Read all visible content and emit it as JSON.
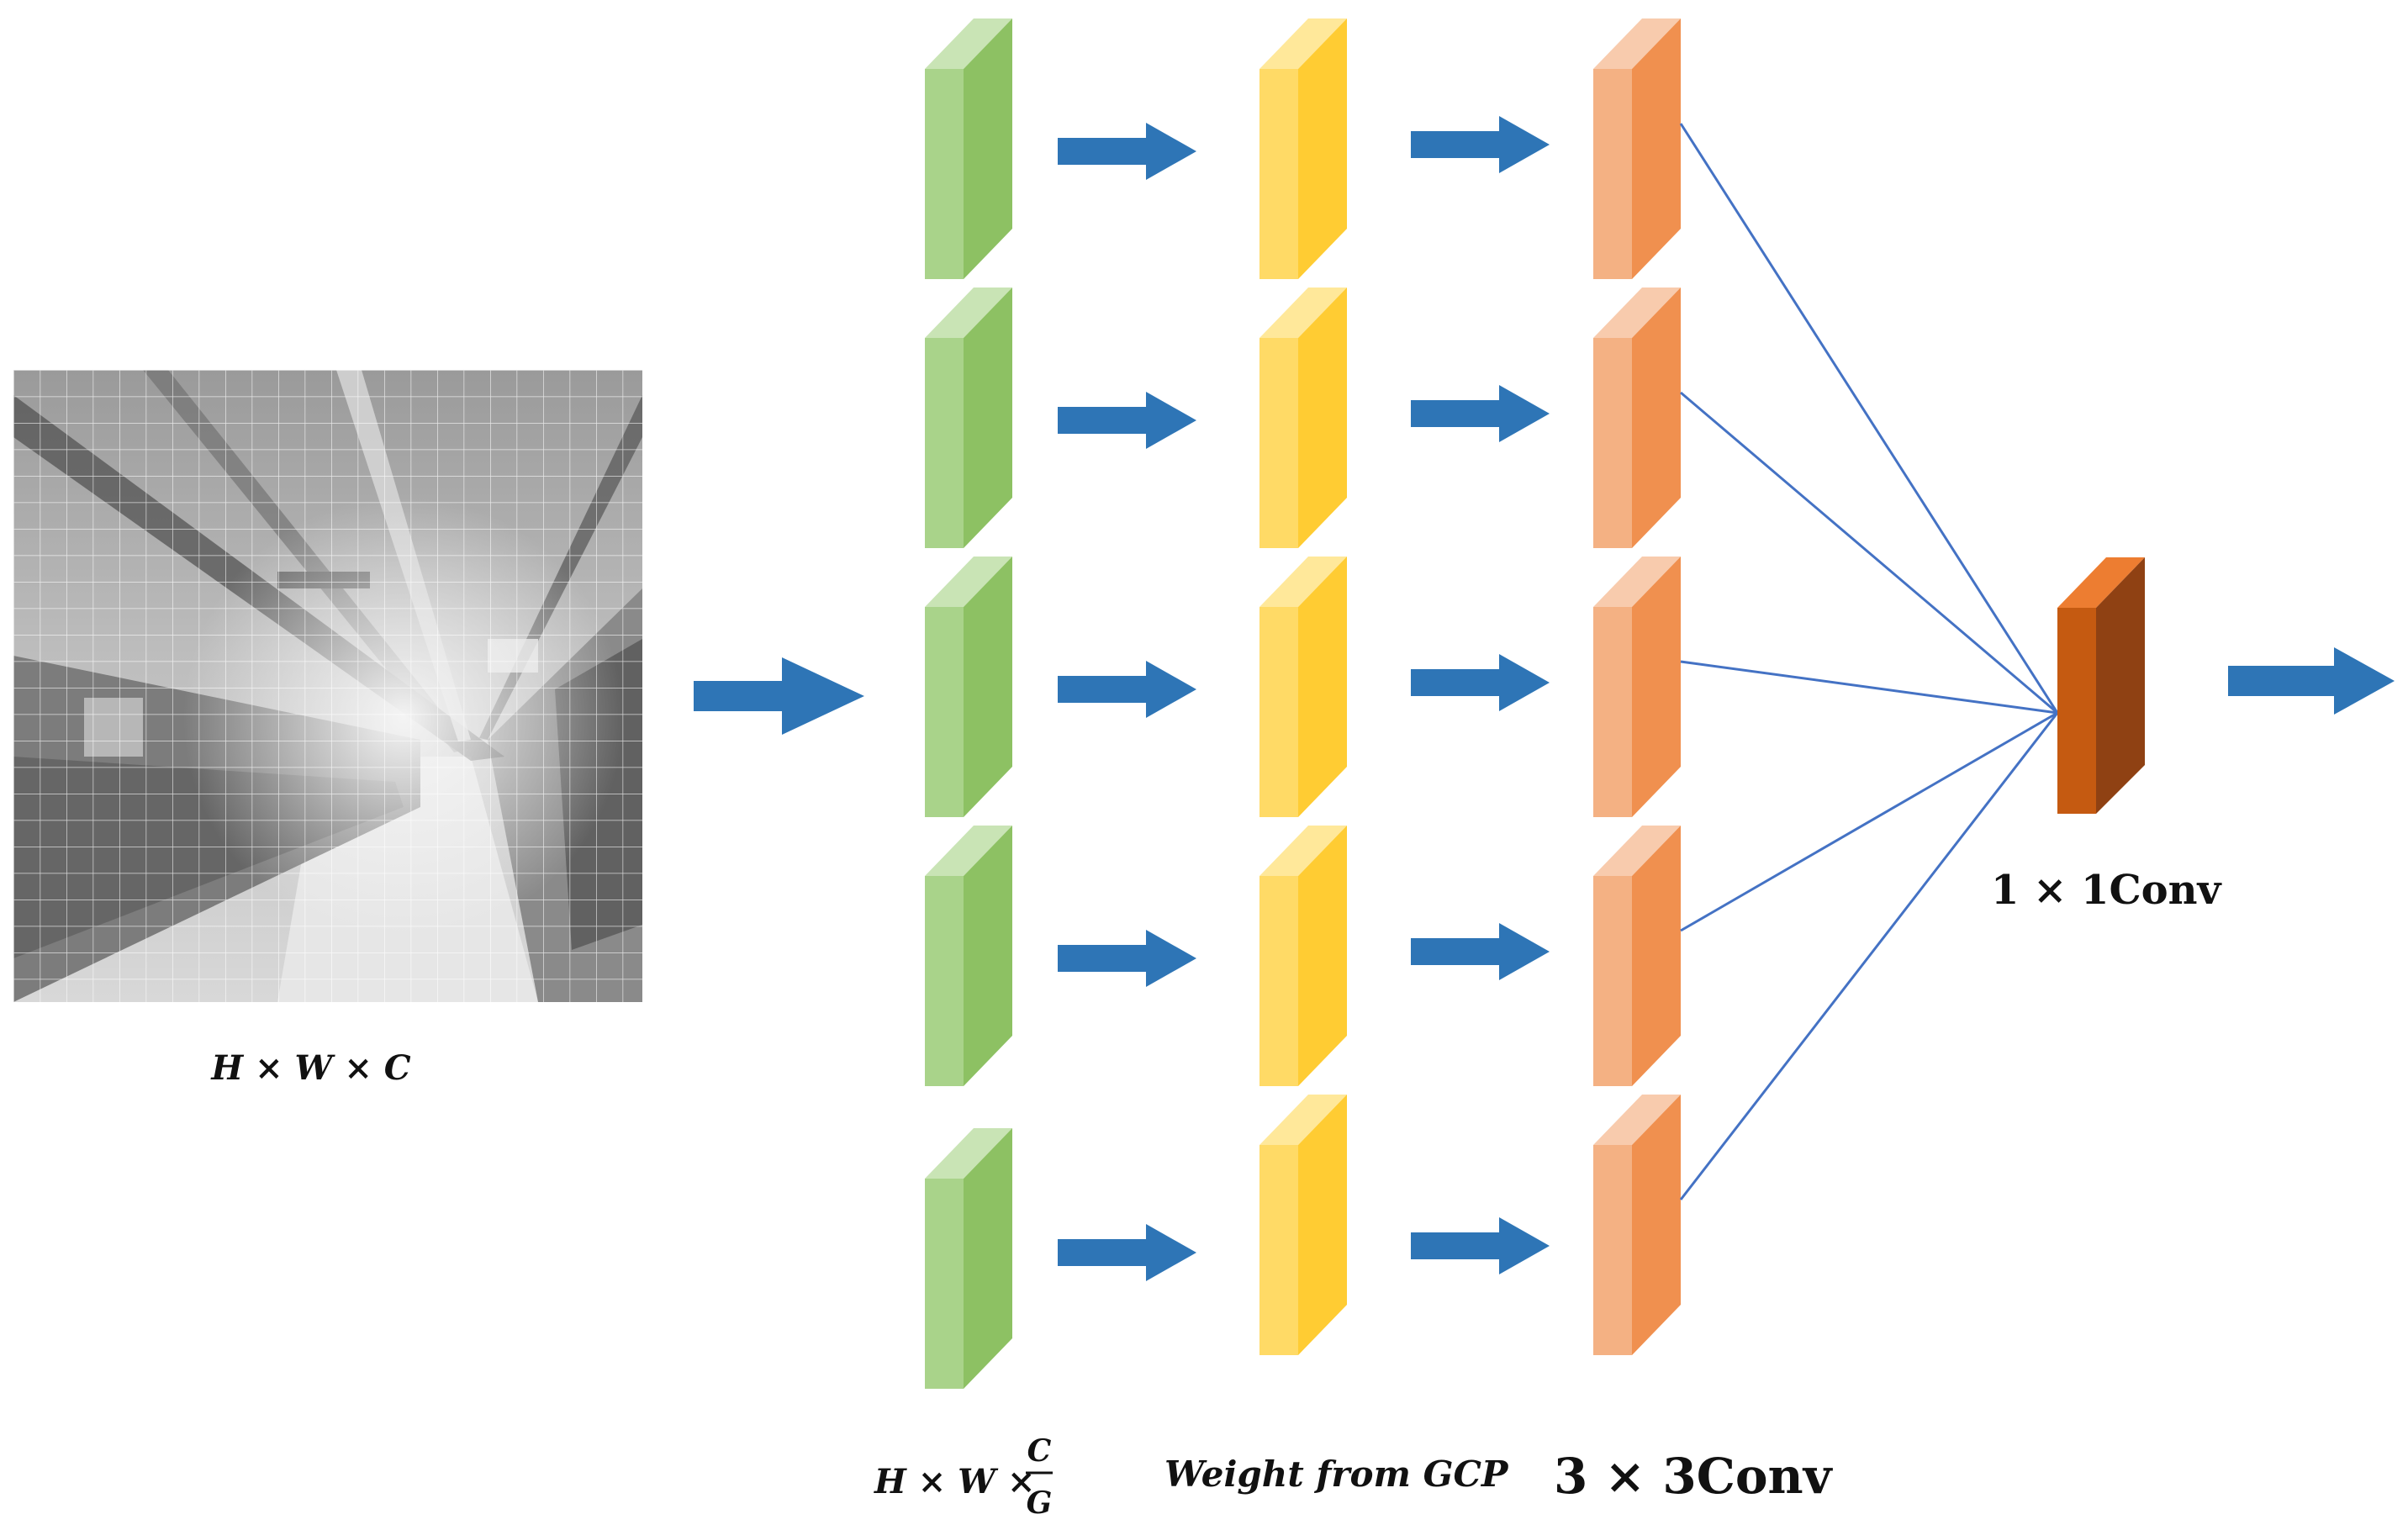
{
  "labels": {
    "input_dims": "H × W × C",
    "group_dims_prefix": "H × W ×",
    "group_dims_numerator": "C",
    "group_dims_denominator": "G",
    "weight_label": "Weight from GCP",
    "conv3_label": "3 × 3Conv",
    "conv1_label": "1 × 1Conv"
  },
  "colors": {
    "arrow": "#2E75B6",
    "connector": "#4472C4",
    "green_front": "#8DC163",
    "green_side": "#A9D38A",
    "green_top": "#C9E4B5",
    "yellow_front": "#FFCC33",
    "yellow_side": "#FFDA66",
    "yellow_top": "#FFE89A",
    "orange_front": "#F0904F",
    "orange_side": "#F4B183",
    "orange_top": "#F8CBAD",
    "conv1_front": "#C55A11",
    "conv1_side": "#8F4113",
    "conv1_top": "#ED7D31"
  },
  "branches": 5
}
